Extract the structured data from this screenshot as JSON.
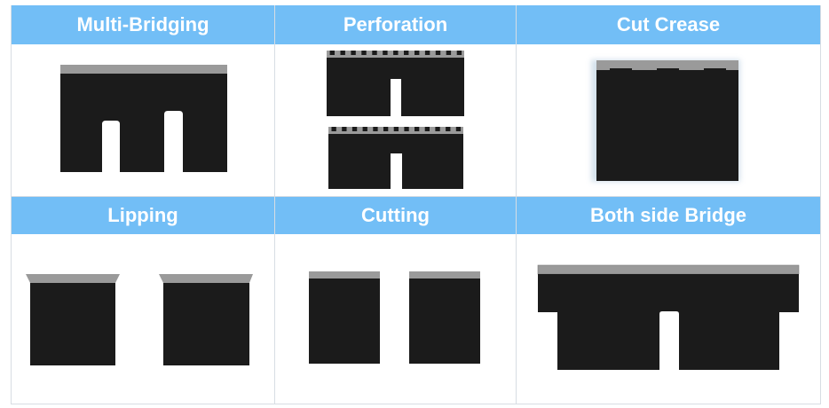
{
  "panels": {
    "multi_bridging": {
      "title": "Multi-Bridging"
    },
    "perforation": {
      "title": "Perforation"
    },
    "cut_crease": {
      "title": "Cut Crease"
    },
    "lipping": {
      "title": "Lipping"
    },
    "cutting": {
      "title": "Cutting"
    },
    "both_side_bridge": {
      "title": "Both side Bridge"
    }
  },
  "colors": {
    "header_bg": "#72bef6",
    "header_text": "#ffffff",
    "blade_black": "#1b1b1b",
    "blade_edge_grey": "#9a9a9a"
  }
}
